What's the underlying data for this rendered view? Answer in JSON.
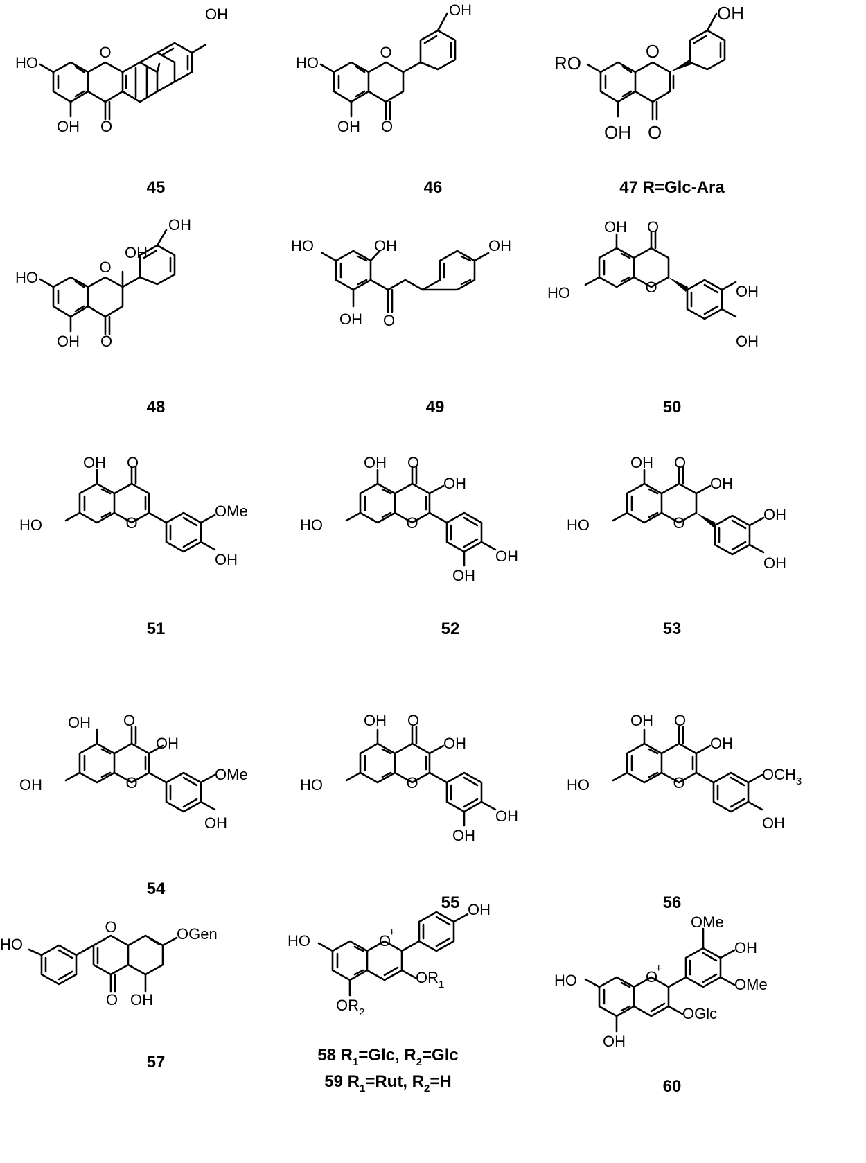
{
  "compounds": [
    {
      "caption": "45"
    },
    {
      "caption": "46"
    },
    {
      "caption": "47 R=Glc-Ara"
    },
    {
      "caption": "48"
    },
    {
      "caption": "49"
    },
    {
      "caption": "50"
    },
    {
      "caption": "51"
    },
    {
      "caption": "52"
    },
    {
      "caption": "53"
    },
    {
      "caption": "54"
    },
    {
      "caption": "55"
    },
    {
      "caption": "56"
    },
    {
      "caption": "57"
    },
    {
      "caption_line1_prefix": "58 R",
      "caption_line1_sub1": "1",
      "caption_line1_mid": "=Glc, R",
      "caption_line1_sub2": "2",
      "caption_line1_suffix": "=Glc",
      "caption_line2_prefix": "59 R",
      "caption_line2_sub1": "1",
      "caption_line2_mid": "=Rut, R",
      "caption_line2_sub2": "2",
      "caption_line2_suffix": "=H"
    },
    {
      "caption": "60"
    }
  ],
  "labels": {
    "oh": "OH",
    "ho": "HO",
    "o": "O",
    "ome": "OMe",
    "ro": "RO",
    "oglc": "OGlc",
    "ogen": "OGen",
    "och3_main": "OCH",
    "och3_sub": "3",
    "oplus": "O",
    "plus": "+",
    "or": "OR",
    "r1": "1",
    "r2": "2"
  }
}
